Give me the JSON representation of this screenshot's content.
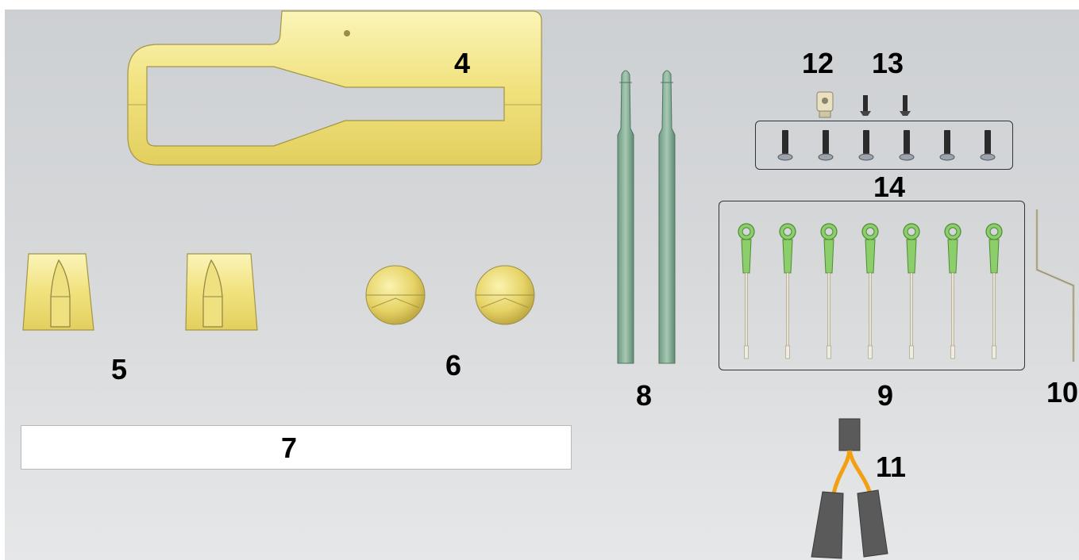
{
  "labels": {
    "l4": "4",
    "l5": "5",
    "l6": "6",
    "l7": "7",
    "l8": "8",
    "l9": "9",
    "l10": "10",
    "l11": "11",
    "l12": "12",
    "l13": "13",
    "l14": "14"
  },
  "colors": {
    "background": "#d4d6d8",
    "yellow_part": "#f2e58c",
    "green_part": "#7fa892",
    "bright_green": "#8ccf6a",
    "orange_wire": "#f2a011",
    "dark_connector": "#5a5a5a",
    "screw": "#2b2b2b"
  }
}
